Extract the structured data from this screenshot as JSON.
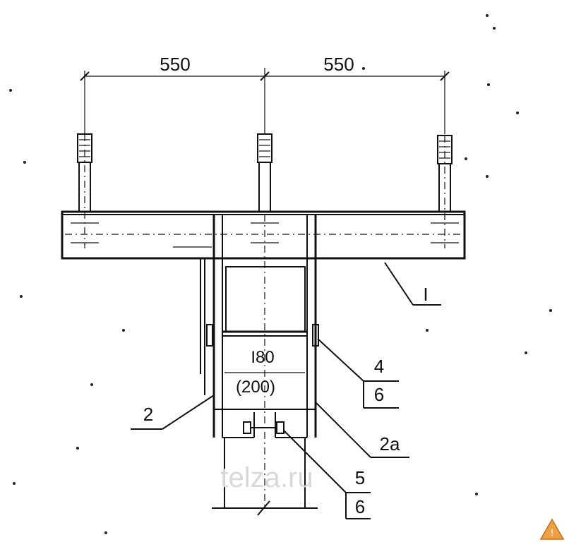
{
  "dimensions": {
    "left_span": "550",
    "right_span": "550",
    "inner_width": "I80",
    "inner_width_alt": "(200)"
  },
  "callouts": {
    "part_1": "I",
    "part_2": "2",
    "part_2a": "2a",
    "part_4": "4",
    "part_4_sheet": "6",
    "part_5": "5",
    "part_5_sheet": "6"
  },
  "watermark": "telza.ru"
}
